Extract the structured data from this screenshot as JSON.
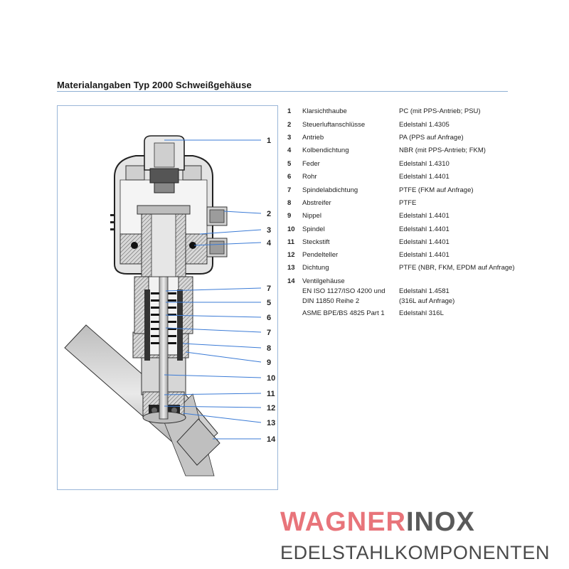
{
  "header": {
    "title": "Materialangaben Typ 2000 Schweißgehäuse"
  },
  "drawing": {
    "callouts": [
      "1",
      "2",
      "3",
      "4",
      "7",
      "5",
      "6",
      "7",
      "8",
      "9",
      "10",
      "11",
      "12",
      "13",
      "14"
    ]
  },
  "parts": [
    {
      "num": "1",
      "name": "Klarsichthaube",
      "material": "PC (mit PPS-Antrieb; PSU)"
    },
    {
      "num": "2",
      "name": "Steuerluftanschlüsse",
      "material": "Edelstahl 1.4305"
    },
    {
      "num": "3",
      "name": "Antrieb",
      "material": "PA (PPS auf Anfrage)"
    },
    {
      "num": "4",
      "name": "Kolbendichtung",
      "material": "NBR (mit PPS-Antrieb; FKM)"
    },
    {
      "num": "5",
      "name": "Feder",
      "material": "Edelstahl 1.4310"
    },
    {
      "num": "6",
      "name": "Rohr",
      "material": "Edelstahl 1.4401"
    },
    {
      "num": "7",
      "name": "Spindelabdichtung",
      "material": "PTFE (FKM auf Anfrage)"
    },
    {
      "num": "8",
      "name": "Abstreifer",
      "material": "PTFE"
    },
    {
      "num": "9",
      "name": "Nippel",
      "material": "Edelstahl 1.4401"
    },
    {
      "num": "10",
      "name": "Spindel",
      "material": "Edelstahl 1.4401"
    },
    {
      "num": "11",
      "name": "Steckstift",
      "material": "Edelstahl 1.4401"
    },
    {
      "num": "12",
      "name": "Pendelteller",
      "material": "Edelstahl 1.4401"
    },
    {
      "num": "13",
      "name": "Dichtung",
      "material": "PTFE (NBR, FKM, EPDM auf Anfrage)"
    },
    {
      "num": "14",
      "name": "Ventilgehäuse",
      "material": ""
    },
    {
      "num": "",
      "name": "EN ISO 1127/ISO 4200 und",
      "material": "Edelstahl 1.4581"
    },
    {
      "num": "",
      "name": "DIN 11850 Reihe 2",
      "material": "(316L auf Anfrage)"
    },
    {
      "num": "",
      "name": "ASME BPE/BS 4825 Part 1",
      "material": "Edelstahl 316L"
    }
  ],
  "logo": {
    "wagner": "WAGNER",
    "inox": "INOX",
    "subtitle": "EDELSTAHLKOMPONENTEN"
  },
  "colors": {
    "frame_border": "#9ab6d8",
    "title_rule": "#8fb0d4",
    "callout_line": "#3b7bd6",
    "logo_red": "#e8747a",
    "logo_grey": "#5a5a5a"
  }
}
